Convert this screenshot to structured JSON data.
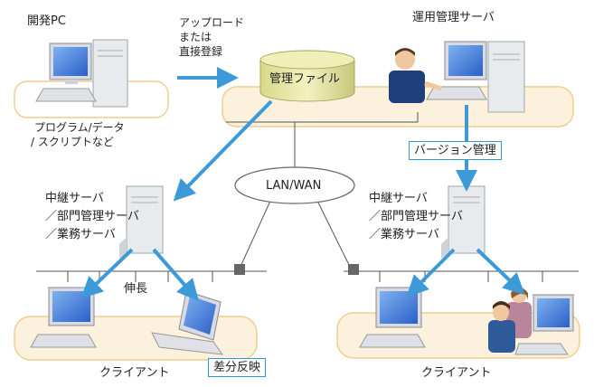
{
  "labels": {
    "dev_pc": "開発PC",
    "dev_sub_line1": "プログラム/データ",
    "dev_sub_line2": "/ スクリプトなど",
    "upload_line1": "アップロード",
    "upload_line2": "または",
    "upload_line3": "直接登録",
    "mgmt_file": "管理ファイル",
    "ops_server": "運用管理サーバ",
    "version_mgmt": "バージョン管理",
    "network": "LAN/WAN",
    "relay_left_line1": "中継サーバ",
    "relay_left_line2": "／部門管理サーバ",
    "relay_left_line3": "／業務サーバ",
    "relay_right_line1": "中継サーバ",
    "relay_right_line2": "／部門管理サーバ",
    "relay_right_line3": "／業務サーバ",
    "extend": "伸長",
    "client_left": "クライアント",
    "client_right": "クライアント",
    "diff_apply": "差分反映"
  },
  "colors": {
    "arrow": "#3d9ad9",
    "panel_fill": "#fbf1dc",
    "panel_border": "#f1cd8e",
    "screen": "#3a6fcf",
    "case": "#e8eaee",
    "line": "#555555"
  },
  "icons": [
    "desktop-pc-icon",
    "server-tower-icon",
    "database-cylinder-icon",
    "network-cloud-icon",
    "laptop-icon",
    "person-icon",
    "hub-icon"
  ]
}
